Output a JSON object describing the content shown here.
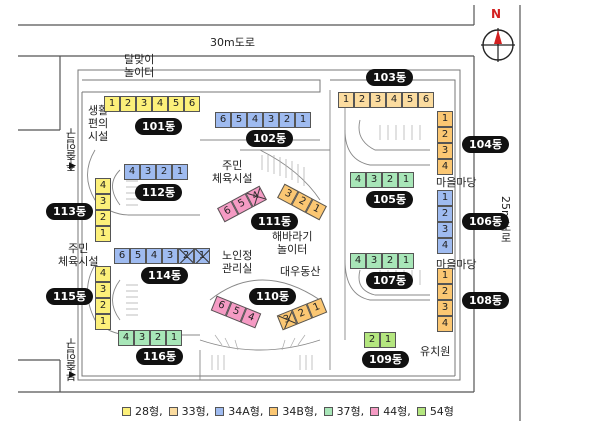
{
  "colors": {
    "t28": "#fcf07a",
    "t33": "#fbdca0",
    "t34a": "#9fbbf0",
    "t34b": "#fbc773",
    "t37": "#a8e6b8",
    "t44": "#f59bc4",
    "t54": "#b4e67f"
  },
  "compass": {
    "north": "N"
  },
  "roads": {
    "top": "30m도로",
    "right": "25m도로"
  },
  "entrances": {
    "main": "주출입구",
    "sub": "부출입구"
  },
  "facilities": {
    "moonplay": "달맞이\n놀이터",
    "community": "생활\n편의\n시설",
    "sports_center": "주민\n체육시설",
    "sports_left": "주민\n체육시설",
    "sunflower": "해바라기\n놀이터",
    "senior": "노인정\n관리실",
    "daewoo": "대우동산",
    "village1": "마을마당",
    "village2": "마을마당",
    "kinder": "유치원"
  },
  "buildings": [
    {
      "id": "b101",
      "name": "101동",
      "type": "t28",
      "units": [
        "1",
        "2",
        "3",
        "4",
        "5",
        "6"
      ],
      "crossed": []
    },
    {
      "id": "b102",
      "name": "102동",
      "type": "t34a",
      "units": [
        "6",
        "5",
        "4",
        "3",
        "2",
        "1"
      ],
      "crossed": []
    },
    {
      "id": "b103",
      "name": "103동",
      "type": "t33",
      "units": [
        "1",
        "2",
        "3",
        "4",
        "5",
        "6"
      ],
      "crossed": []
    },
    {
      "id": "b104",
      "name": "104동",
      "type": "t34b",
      "units": [
        "1",
        "2",
        "3",
        "4"
      ],
      "crossed": []
    },
    {
      "id": "b105",
      "name": "105동",
      "type": "t37",
      "units": [
        "4",
        "3",
        "2",
        "1"
      ],
      "crossed": []
    },
    {
      "id": "b106",
      "name": "106동",
      "type": "t34a",
      "units": [
        "1",
        "2",
        "3",
        "4"
      ],
      "crossed": []
    },
    {
      "id": "b107",
      "name": "107동",
      "type": "t37",
      "units": [
        "4",
        "3",
        "2",
        "1"
      ],
      "crossed": []
    },
    {
      "id": "b108",
      "name": "108동",
      "type": "t34b",
      "units": [
        "1",
        "2",
        "3",
        "4"
      ],
      "crossed": []
    },
    {
      "id": "b109",
      "name": "109동",
      "type": "t54",
      "units": [
        "2",
        "1"
      ],
      "crossed": []
    },
    {
      "id": "b110a",
      "name": "110동",
      "type": "t44",
      "units": [
        "6",
        "5",
        "4"
      ],
      "crossed": []
    },
    {
      "id": "b110b",
      "name": "",
      "type": "t34b",
      "units": [
        "3",
        "2",
        "1"
      ],
      "crossed": [
        0
      ]
    },
    {
      "id": "b111a",
      "name": "111동",
      "type": "t44",
      "units": [
        "6",
        "5",
        "4"
      ],
      "crossed": [
        2
      ]
    },
    {
      "id": "b111b",
      "name": "",
      "type": "t34b",
      "units": [
        "3",
        "2",
        "1"
      ],
      "crossed": []
    },
    {
      "id": "b112",
      "name": "112동",
      "type": "t34a",
      "units": [
        "4",
        "3",
        "2",
        "1"
      ],
      "crossed": []
    },
    {
      "id": "b113",
      "name": "113동",
      "type": "t28",
      "units": [
        "4",
        "3",
        "2",
        "1"
      ],
      "crossed": []
    },
    {
      "id": "b114",
      "name": "114동",
      "type": "t34a",
      "units": [
        "6",
        "5",
        "4",
        "3",
        "2",
        "1"
      ],
      "crossed": [
        4,
        5
      ]
    },
    {
      "id": "b115",
      "name": "115동",
      "type": "t28",
      "units": [
        "4",
        "3",
        "2",
        "1"
      ],
      "crossed": []
    },
    {
      "id": "b116",
      "name": "116동",
      "type": "t37",
      "units": [
        "4",
        "3",
        "2",
        "1"
      ],
      "crossed": []
    }
  ],
  "legend": [
    {
      "key": "t28",
      "label": "28형,"
    },
    {
      "key": "t33",
      "label": "33형,"
    },
    {
      "key": "t34a",
      "label": "34A형,"
    },
    {
      "key": "t34b",
      "label": "34B형,"
    },
    {
      "key": "t37",
      "label": "37형,"
    },
    {
      "key": "t44",
      "label": "44형,"
    },
    {
      "key": "t54",
      "label": "54형"
    }
  ]
}
